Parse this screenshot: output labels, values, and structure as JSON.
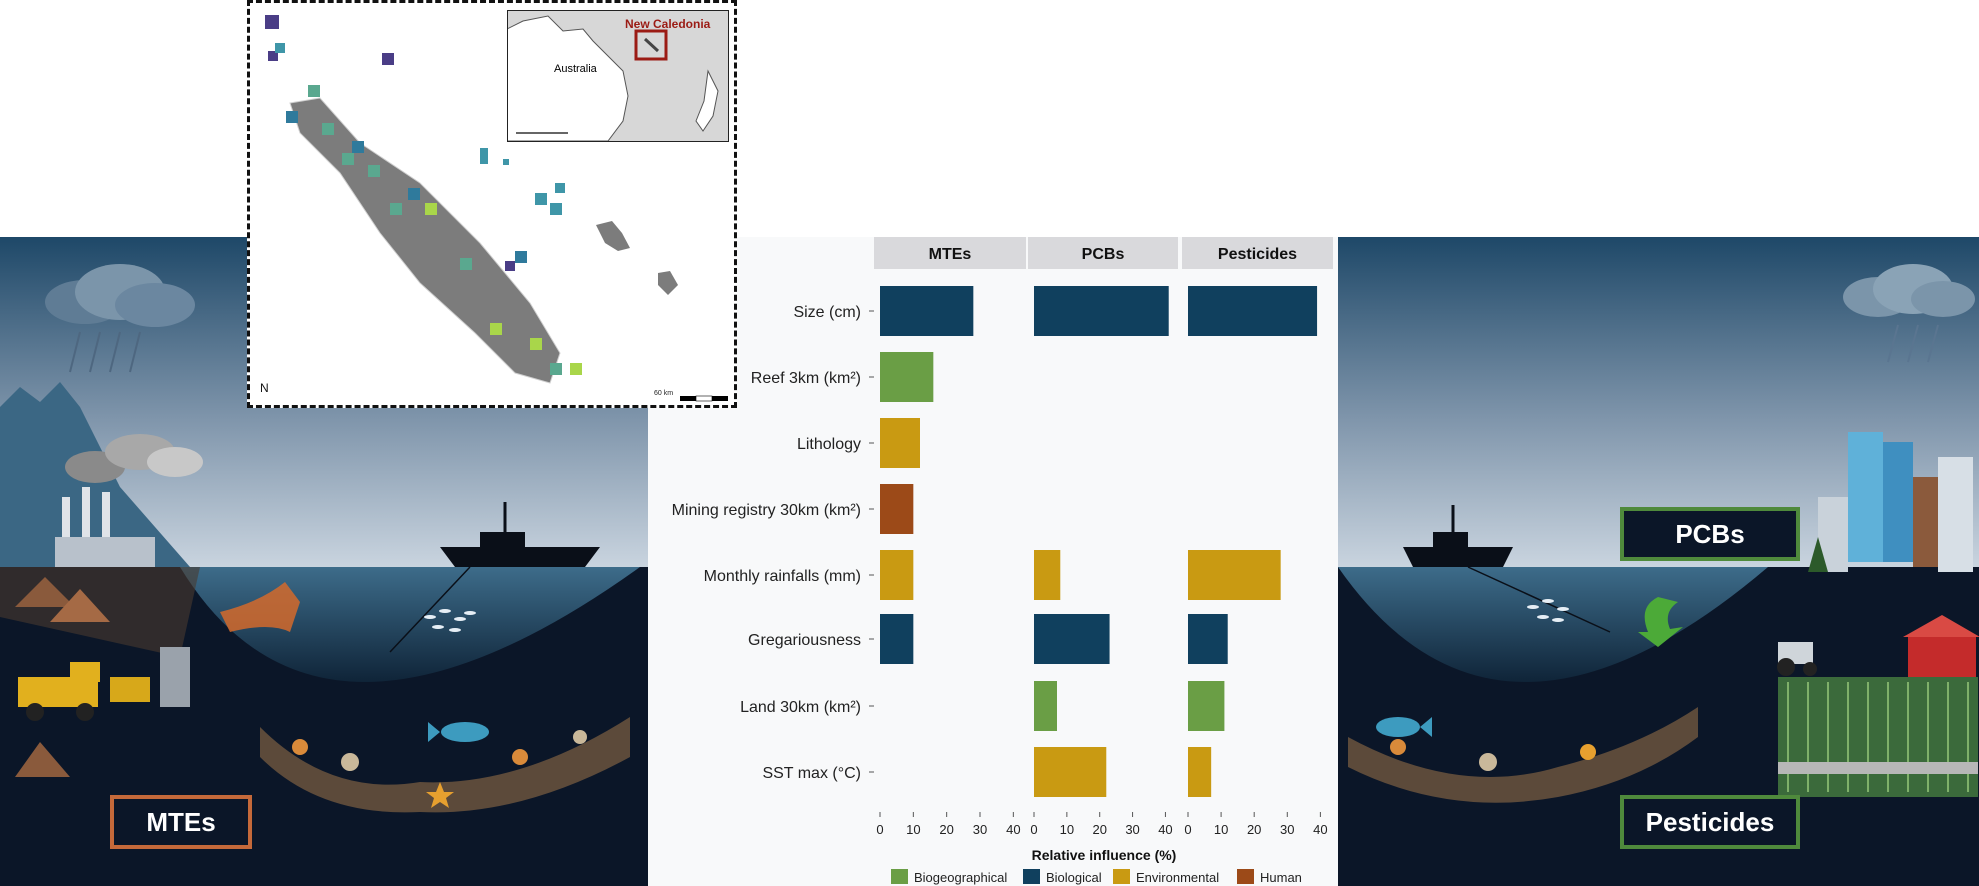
{
  "colors": {
    "Biogeographical": "#6a9e45",
    "Biological": "#10405e",
    "Environmental": "#c99a12",
    "Human": "#9c4a18",
    "strip_bg": "#d9d9dc",
    "mtes_box": "#c5693a",
    "pcbs_box": "#4f8a3c",
    "pesticides_box": "#4f8a3c"
  },
  "scene": {
    "left_box_label": "MTEs",
    "right_top_box_label": "PCBs",
    "right_bottom_box_label": "Pesticides",
    "icons": [
      "rain-cloud-icon",
      "factory-icon",
      "mining-truck-icon",
      "fishing-boat-icon",
      "fish-school-icon",
      "fish-icon",
      "coral-reef-icon",
      "city-buildings-icon",
      "tractor-icon",
      "barn-icon",
      "crop-field-icon",
      "runoff-arrow-icon"
    ]
  },
  "map": {
    "inset_label_australia": "Australia",
    "inset_label_new_caledonia": "New Caledonia",
    "scale_label": "60 km",
    "north_arrow": "N"
  },
  "chart_data": {
    "type": "bar",
    "orientation": "horizontal",
    "panels": [
      "MTEs",
      "PCBs",
      "Pesticides"
    ],
    "categories": [
      "Size (cm)",
      "Reef 3km (km²)",
      "Lithology",
      "Mining registry 30km (km²)",
      "Monthly rainfalls (mm)",
      "Gregariousness",
      "Land 30km (km²)",
      "SST max (°C)"
    ],
    "category_group": [
      "Biological",
      "Biogeographical",
      "Environmental",
      "Human",
      "Environmental",
      "Biological",
      "Biogeographical",
      "Environmental"
    ],
    "series": [
      {
        "name": "MTEs",
        "values": [
          28,
          16,
          12,
          10,
          10,
          10,
          null,
          null
        ]
      },
      {
        "name": "PCBs",
        "values": [
          41,
          null,
          null,
          null,
          8,
          23,
          7,
          22
        ]
      },
      {
        "name": "Pesticides",
        "values": [
          39,
          null,
          null,
          null,
          28,
          12,
          11,
          7
        ]
      }
    ],
    "xlabel": "Relative influence (%)",
    "xticks": [
      0,
      10,
      20,
      30,
      40
    ],
    "xlim": [
      0,
      42
    ],
    "legend": {
      "placement": "bottom",
      "entries": [
        "Biogeographical",
        "Biological",
        "Environmental",
        "Human"
      ]
    }
  }
}
